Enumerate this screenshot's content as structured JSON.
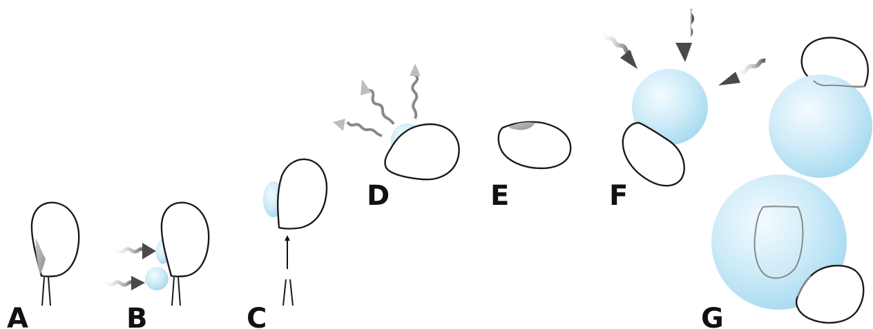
{
  "panels": [
    {
      "id": "A",
      "label": "A"
    },
    {
      "id": "B",
      "label": "B"
    },
    {
      "id": "C",
      "label": "C"
    },
    {
      "id": "D",
      "label": "D"
    },
    {
      "id": "E",
      "label": "E"
    },
    {
      "id": "F",
      "label": "F"
    },
    {
      "id": "G",
      "label": "G"
    }
  ],
  "colors": {
    "vesicle_light": "#eef8fd",
    "vesicle_dark": "#a9dcf2",
    "arrow_dark": "#4a4a4a",
    "stain_gray": "#9a9a9a",
    "outline": "#1a1a1a"
  }
}
